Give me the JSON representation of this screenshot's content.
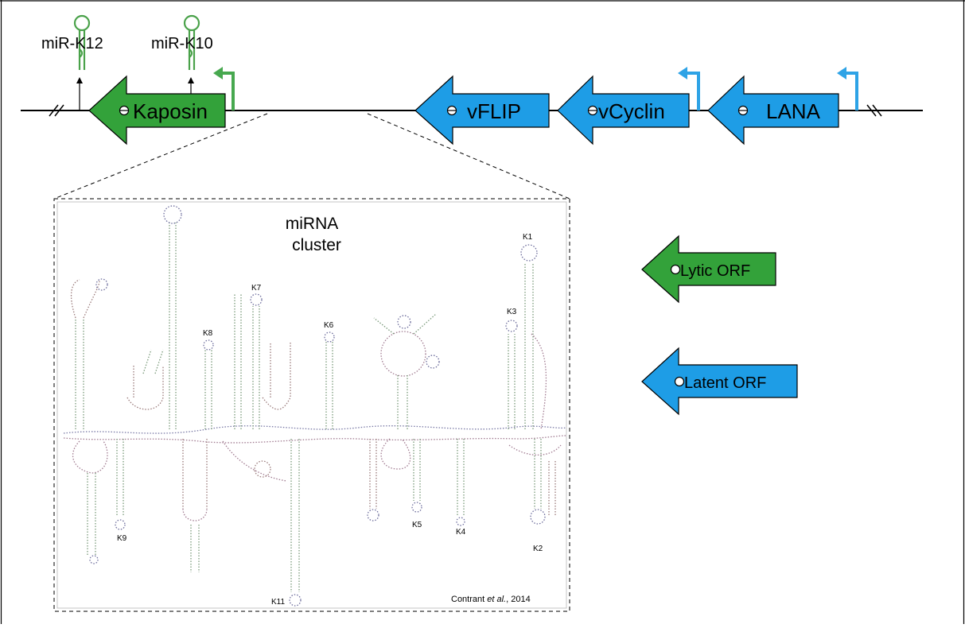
{
  "mirnas_top": [
    {
      "label": "miR-K12"
    },
    {
      "label": "miR-K10"
    }
  ],
  "genes": [
    {
      "label": "Kaposin",
      "type": "lytic"
    },
    {
      "label": "vFLIP",
      "type": "latent"
    },
    {
      "label": "vCyclin",
      "type": "latent"
    },
    {
      "label": "LANA",
      "type": "latent"
    }
  ],
  "cluster": {
    "title_line1": "miRNA",
    "title_line2": "cluster",
    "citation_prefix": "Contrant ",
    "citation_etal": "et al.",
    "citation_suffix": ", 2014",
    "labels": [
      "K1",
      "K2",
      "K3",
      "K4",
      "K5",
      "K6",
      "K7",
      "K8",
      "K9",
      "K11"
    ]
  },
  "legend": [
    {
      "label": "Lytic ORF",
      "type": "lytic"
    },
    {
      "label": "Latent ORF",
      "type": "latent"
    }
  ],
  "colors": {
    "lytic": "#33a23a",
    "latent": "#1e9de6",
    "promoter_lytic": "#47a84f",
    "promoter_latent": "#2ea3e6",
    "hairpin": "#4aa24a",
    "line": "#000000"
  }
}
